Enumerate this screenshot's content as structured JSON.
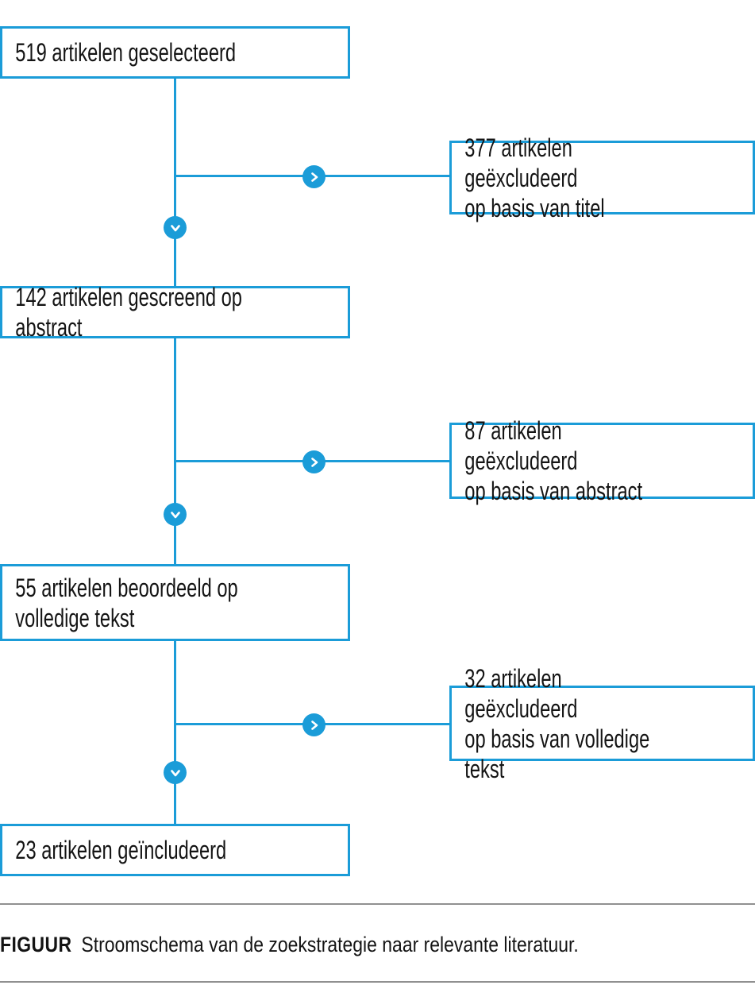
{
  "colors": {
    "accent": "#1b9cd8",
    "rule": "#909090",
    "text": "#141414"
  },
  "flow": {
    "steps": [
      {
        "label": "519 artikelen geselecteerd"
      },
      {
        "label": "142 artikelen gescreend op abstract"
      },
      {
        "label": "55 artikelen beoordeeld op\nvolledige tekst"
      },
      {
        "label": "23 artikelen geïncludeerd"
      }
    ],
    "exclusions": [
      {
        "label": "377 artikelen geëxcludeerd\nop basis van titel"
      },
      {
        "label": "87 artikelen geëxcludeerd\nop basis van abstract"
      },
      {
        "label": "32 artikelen geëxcludeerd\nop basis van volledige tekst"
      }
    ]
  },
  "caption": {
    "label": "FIGUUR",
    "text": "Stroomschema van de zoekstrategie naar relevante literatuur."
  }
}
